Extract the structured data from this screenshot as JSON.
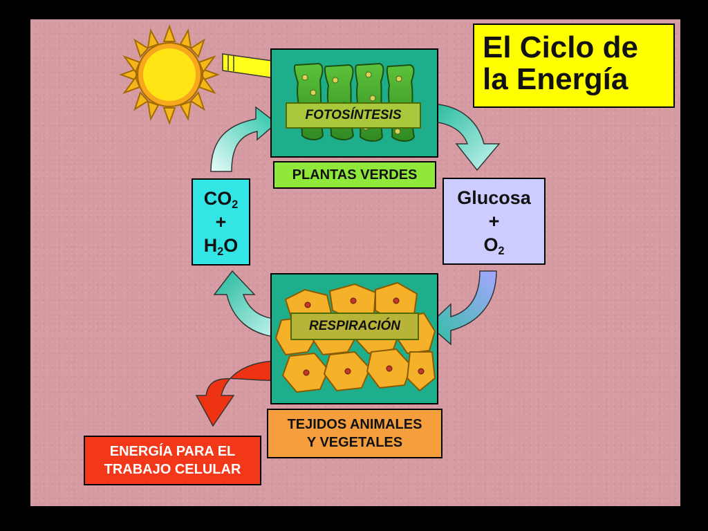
{
  "title": {
    "line1": "El Ciclo de",
    "line2": "la Energía"
  },
  "process_top": "FOTOSÍNTESIS",
  "organism_top": "PLANTAS VERDES",
  "process_bottom": "RESPIRACIÓN",
  "organism_bottom": {
    "line1": "TEJIDOS ANIMALES",
    "line2": "Y VEGETALES"
  },
  "reactants": {
    "a": "CO",
    "a_sub": "2",
    "plus": "+",
    "b": "H",
    "b_sub": "2",
    "b_end": "O"
  },
  "products": {
    "a": "Glucosa",
    "plus": "+",
    "b": "O",
    "b_sub": "2"
  },
  "energy_output": {
    "line1": "ENERGÍA PARA EL",
    "line2": "TRABAJO CELULAR"
  },
  "colors": {
    "slide_bg": "#d69aa2",
    "title_bg": "#ffff00",
    "panel_bg": "#1fae8c",
    "reactants_bg": "#33e5e5",
    "products_bg": "#ccccff",
    "organism_top_bg": "#90e83a",
    "organism_bottom_bg": "#f59e3e",
    "energy_bg": "#f3381a"
  },
  "icons": [
    "sun-icon",
    "light-ray-arrow-icon",
    "plant-cells-icon",
    "animal-cells-icon",
    "cycle-arrow-icon"
  ]
}
